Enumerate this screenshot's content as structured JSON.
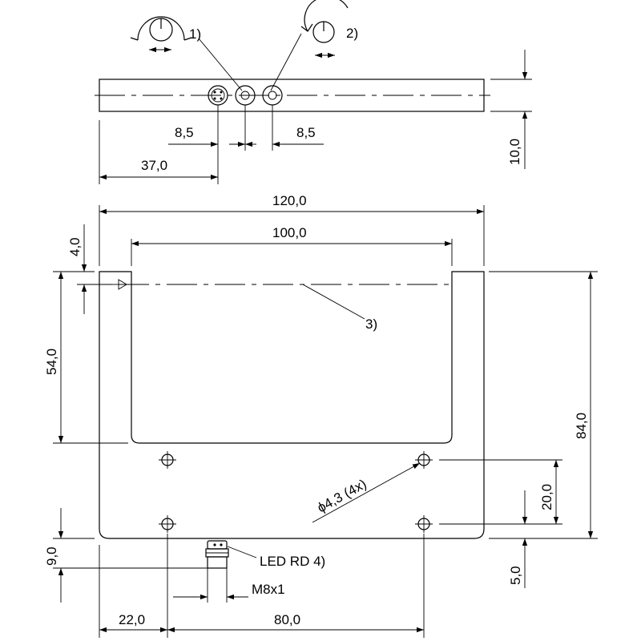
{
  "dimensions": {
    "top_gap_left": "8,5",
    "top_gap_right": "8,5",
    "top_offset": "37,0",
    "thickness": "10,0",
    "overall_width": "120,0",
    "inner_width": "100,0",
    "axis_offset": "4,0",
    "slot_depth": "54,0",
    "overall_height": "84,0",
    "hole_spacing_v": "20,0",
    "hole_edge_v": "5,0",
    "connector_offset_v": "9,0",
    "hole_edge_h": "22,0",
    "hole_spacing_h": "80,0"
  },
  "callouts": {
    "pot1": "1)",
    "pot2": "2)",
    "light_beam": "3)",
    "led": "LED RD 4)",
    "thread": "M8x1",
    "holes": "ϕ4,3  (4x)"
  },
  "icons": {
    "pot1": "rotary-knob-icon",
    "pot2": "rotary-knob-icon"
  }
}
